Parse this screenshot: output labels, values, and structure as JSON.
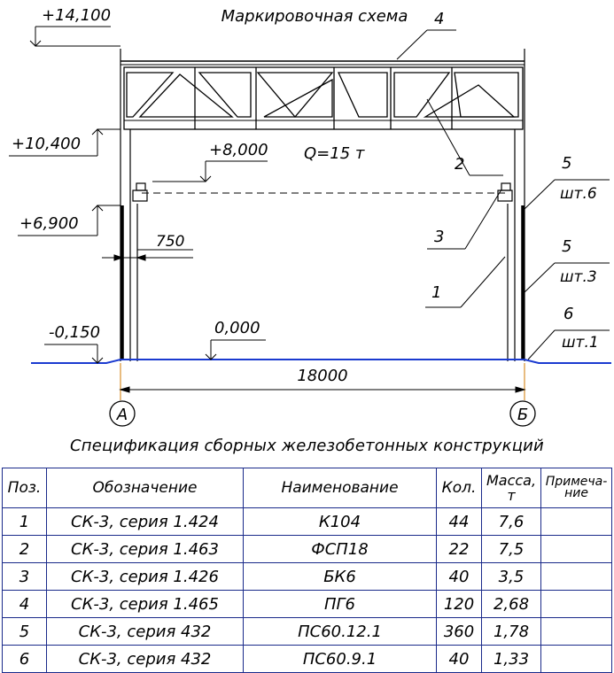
{
  "drawing": {
    "title": "Маркировочная схема",
    "levels": {
      "top": "+14,100",
      "eave": "+10,400",
      "crane": "+8,000",
      "wall_top": "+6,900",
      "outside": "-0,150",
      "floor": "0,000"
    },
    "crane_load": "Q=15 т",
    "offset_dim": "750",
    "span_dim": "18000",
    "axes": [
      "А",
      "Б"
    ],
    "callouts": [
      {
        "num": "4",
        "note": ""
      },
      {
        "num": "2",
        "note": ""
      },
      {
        "num": "3",
        "note": ""
      },
      {
        "num": "1",
        "note": ""
      },
      {
        "num": "5",
        "note": "шт.6"
      },
      {
        "num": "5",
        "note": "шт.3"
      },
      {
        "num": "6",
        "note": "шт.1"
      }
    ]
  },
  "spec": {
    "title": "Спецификация сборных железобетонных конструкций",
    "headers": {
      "pos": "Поз.",
      "designation": "Обозначение",
      "name": "Наименование",
      "qty": "Кол.",
      "mass_line1": "Масса,",
      "mass_line2": "т",
      "note_line1": "Примеча-",
      "note_line2": "ние"
    },
    "rows": [
      {
        "pos": "1",
        "designation": "СК-3, серия 1.424",
        "name": "К104",
        "qty": "44",
        "mass": "7,6",
        "note": ""
      },
      {
        "pos": "2",
        "designation": "СК-3, серия 1.463",
        "name": "ФСП18",
        "qty": "22",
        "mass": "7,5",
        "note": ""
      },
      {
        "pos": "3",
        "designation": "СК-3, серия 1.426",
        "name": "БК6",
        "qty": "40",
        "mass": "3,5",
        "note": ""
      },
      {
        "pos": "4",
        "designation": "СК-3, серия 1.465",
        "name": "ПГ6",
        "qty": "120",
        "mass": "2,68",
        "note": ""
      },
      {
        "pos": "5",
        "designation": "СК-3, серия 432",
        "name": "ПС60.12.1",
        "qty": "360",
        "mass": "1,78",
        "note": ""
      },
      {
        "pos": "6",
        "designation": "СК-3, серия 432",
        "name": "ПС60.9.1",
        "qty": "40",
        "mass": "1,33",
        "note": ""
      }
    ]
  }
}
